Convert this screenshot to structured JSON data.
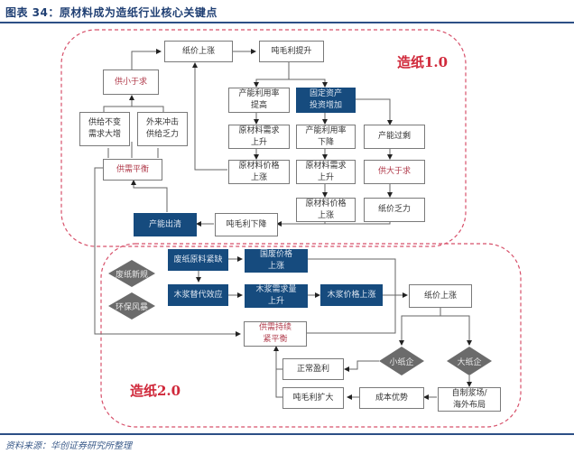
{
  "title": "图表 34：原材料成为造纸行业核心关键点",
  "source": "资料来源：华创证券研究所整理",
  "eras": {
    "v1": "造纸1.0",
    "v2": "造纸2.0"
  },
  "colors": {
    "dark_box": "#164b7e",
    "red_text": "#b03a4a",
    "era_red": "#d0283a",
    "dash_border": "#d7506a",
    "diamond": "#6b6b6b"
  },
  "nodes1": {
    "paper_price_up": "纸价上涨",
    "ton_profit_up": "吨毛利提升",
    "supply_lt_demand": "供小于求",
    "supply_same_demand_up": "供给不变\n需求大增",
    "external_shock": "外来冲击\n供给乏力",
    "capacity_util_up": "产能利用率\n提高",
    "fixed_asset_invest": "固定资产\n投资增加",
    "raw_demand_up_a": "原材料需求\n上升",
    "capacity_util_down": "产能利用率\n下降",
    "overcapacity": "产能过剩",
    "raw_price_up_a": "原材料价格\n上涨",
    "raw_demand_up_b": "原材料需求\n上升",
    "supply_gt_demand": "供大于求",
    "raw_price_up_b": "原材料价格\n上涨",
    "paper_price_weak": "纸价乏力",
    "supply_demand_balance": "供需平衡",
    "capacity_exit": "产能出清",
    "ton_profit_down": "吨毛利下降"
  },
  "nodes2": {
    "new_waste_rule": "废纸新规",
    "env_storm": "环保风暴",
    "waste_shortage": "废纸原料紧缺",
    "domestic_waste_price_up": "国废价格\n上涨",
    "pulp_substitution": "木浆替代效应",
    "pulp_demand_up": "木浆需求量\n上升",
    "pulp_price_up": "木浆价格上涨",
    "paper_price_up": "纸价上涨",
    "sustained_imbalance": "供需持续\n紧平衡",
    "small_firm": "小纸企",
    "large_firm": "大纸企",
    "normal_profit": "正常盈利",
    "own_pulp_overseas": "自制浆场/\n海外布局",
    "cost_advantage": "成本优势",
    "ton_profit_expand": "吨毛利扩大"
  }
}
